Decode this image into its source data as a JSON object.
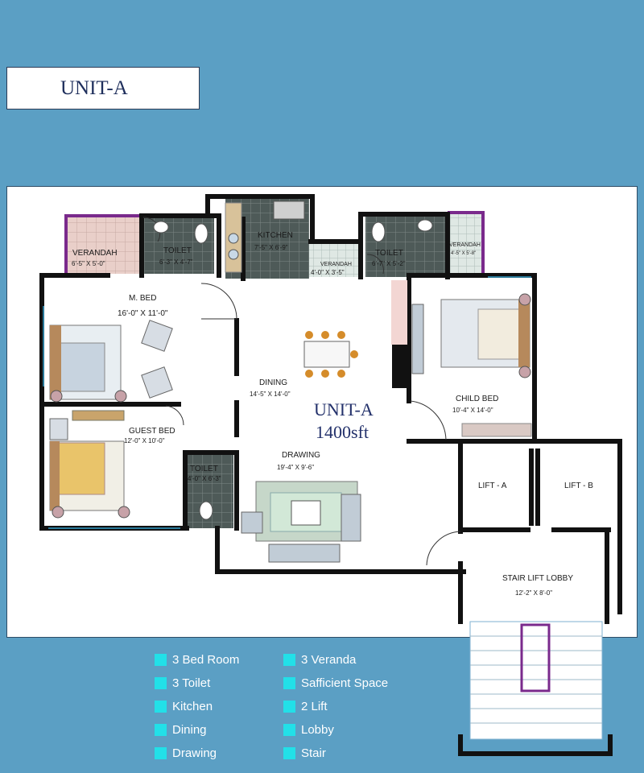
{
  "header": {
    "title": "UNIT-A"
  },
  "unit": {
    "name": "UNIT-A",
    "area": "1400sft"
  },
  "rooms": {
    "verandah_left": {
      "name": "VERANDAH",
      "size": "6'-5\" X 5'-0\""
    },
    "toilet_1": {
      "name": "TOILET",
      "size": "6'-3\" X 4'-7\""
    },
    "kitchen": {
      "name": "KITCHEN",
      "size": "7'-5\" X 6'-9\""
    },
    "verandah_mid": {
      "name": "VERANDAH",
      "size": "4'-0\" X 3'-5\""
    },
    "toilet_2": {
      "name": "TOILET",
      "size": "6'-7\" X 5'-2\""
    },
    "verandah_right": {
      "name": "VERANDAH",
      "size": "4'-5\" X 5'-8\""
    },
    "master_bed": {
      "name": "M. BED",
      "size": "16'-0\" X 11'-0\""
    },
    "dining": {
      "name": "DINING",
      "size": "14'-5\" X 14'-0\""
    },
    "child_bed": {
      "name": "CHILD BED",
      "size": "10'-4\" X 14'-0\""
    },
    "guest_bed": {
      "name": "GUEST BED",
      "size": "12'-0\" X 10'-0\""
    },
    "toilet_3": {
      "name": "TOILET",
      "size": "4'-0\" X 6'-3\""
    },
    "drawing": {
      "name": "DRAWING",
      "size": "19'-4\" X 9'-6\""
    },
    "lift_a": {
      "name": "LIFT - A"
    },
    "lift_b": {
      "name": "LIFT - B"
    },
    "lobby": {
      "name": "STAIR LIFT LOBBY",
      "size": "12'-2\" X 8'-0\""
    }
  },
  "legend": {
    "left": [
      "3 Bed Room",
      "3 Toilet",
      "Kitchen",
      "Dining",
      "Drawing"
    ],
    "right": [
      "3 Veranda",
      "Safficient Space",
      "2 Lift",
      "Lobby",
      "Stair"
    ]
  },
  "colors": {
    "background": "#5b9fc4",
    "wall": "#111111",
    "legend_marker": "#22e0e8",
    "verandah_trim": "#7a2a8c",
    "title_text": "#1f2f5c"
  }
}
